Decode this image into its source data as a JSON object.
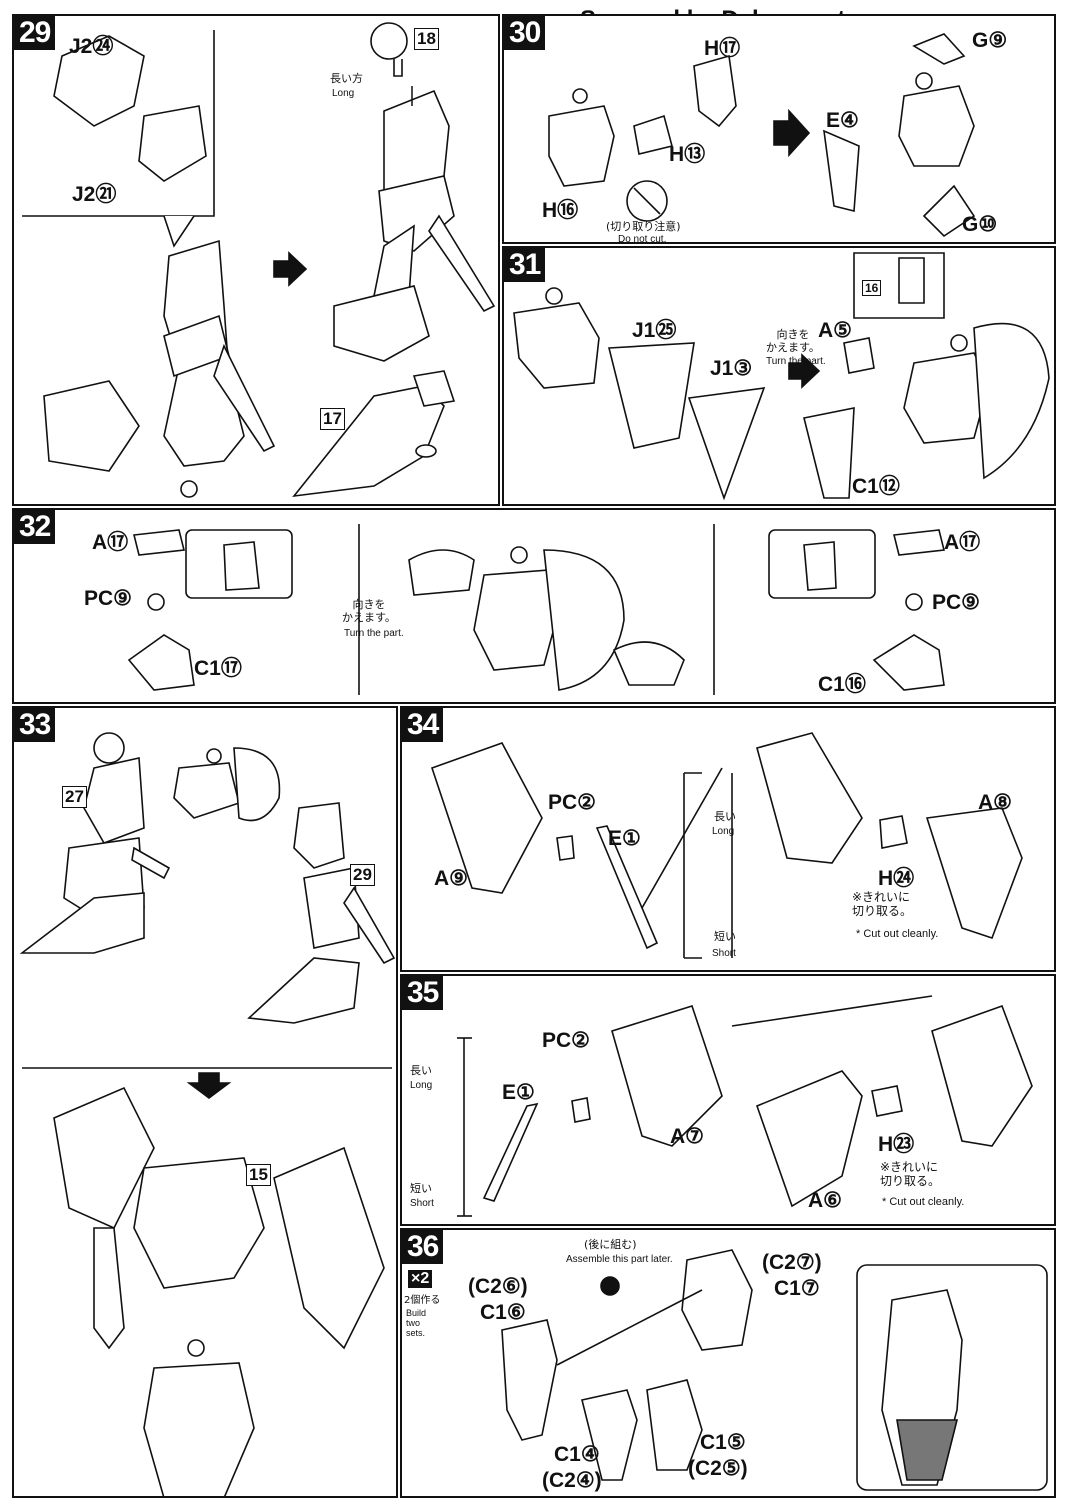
{
  "watermark": "Scanned by Dalong.net",
  "steps": {
    "s29": {
      "num": "29",
      "parts": [
        "J2㉔",
        "J2㉑"
      ],
      "refs": [
        "18",
        "17"
      ],
      "long_jp": "長い方",
      "long_en": "Long"
    },
    "s30": {
      "num": "30",
      "parts": [
        "H⑰",
        "H⑬",
        "H⑯",
        "E④",
        "G⑨",
        "G⑩"
      ],
      "cut_jp": "(切り取り注意)",
      "cut_en": "Do not cut."
    },
    "s31": {
      "num": "31",
      "parts": [
        "J1㉕",
        "J1③",
        "A⑤",
        "C1⑫"
      ],
      "ref": "16",
      "turn_jp": "向きを\nかえます。",
      "turn_en": "Turn the part."
    },
    "s32": {
      "num": "32",
      "parts": [
        "A⑰",
        "PC⑨",
        "C1⑰",
        "A⑰",
        "PC⑨",
        "C1⑯"
      ],
      "turn_jp": "向きを\nかえます。",
      "turn_en": "Turn the part."
    },
    "s33": {
      "num": "33",
      "refs": [
        "27",
        "29",
        "15"
      ]
    },
    "s34": {
      "num": "34",
      "parts": [
        "PC②",
        "E①",
        "A⑨",
        "A⑧",
        "H㉔"
      ],
      "long_jp": "長い",
      "long_en": "Long",
      "short_jp": "短い",
      "short_en": "Short",
      "cut_jp": "※きれいに\n切り取る。",
      "cut_en": "* Cut out cleanly."
    },
    "s35": {
      "num": "35",
      "parts": [
        "PC②",
        "E①",
        "A⑦",
        "A⑥",
        "H㉓"
      ],
      "long_jp": "長い",
      "long_en": "Long",
      "short_jp": "短い",
      "short_en": "Short",
      "cut_jp": "※きれいに\n切り取る。",
      "cut_en": "* Cut out cleanly."
    },
    "s36": {
      "num": "36",
      "times": "×2",
      "times_jp": "2個作る",
      "times_en": "Build two sets.",
      "later_jp": "(後に組む)",
      "later_en": "Assemble this part later.",
      "parts": [
        "(C2⑥)",
        "C1⑥",
        "(C2⑦)",
        "C1⑦",
        "C1④",
        "(C2④)",
        "C1⑤",
        "(C2⑤)"
      ]
    }
  }
}
